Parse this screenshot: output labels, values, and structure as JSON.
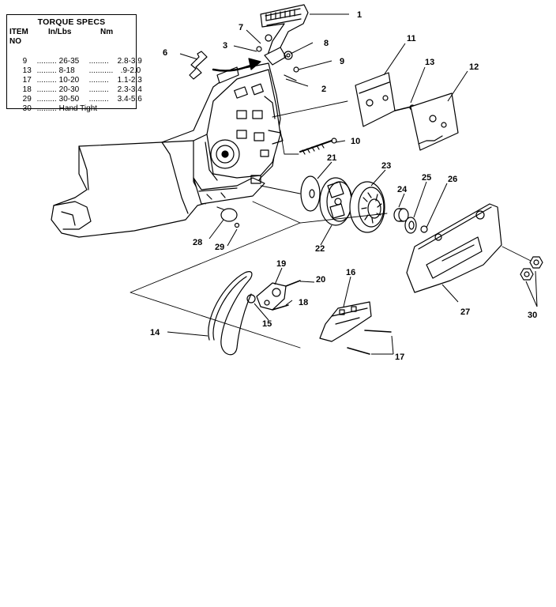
{
  "torque_specs": {
    "title": "TORQUE SPECS",
    "headers": {
      "item": "ITEM",
      "item2": "NO",
      "inlbs": "In/Lbs",
      "nm": "Nm"
    },
    "rows": [
      {
        "item": "9",
        "inlbs": "26-35",
        "nm": "2.8-3.9"
      },
      {
        "item": "13",
        "inlbs": "8-18",
        "nm": ".9-2.0"
      },
      {
        "item": "17",
        "inlbs": "10-20",
        "nm": "1.1-2.3"
      },
      {
        "item": "18",
        "inlbs": "20-30",
        "nm": "2.3-3.4"
      },
      {
        "item": "29",
        "inlbs": "30-50",
        "nm": "3.4-5.6"
      },
      {
        "item": "30",
        "inlbs": "Hand Tight",
        "nm": ""
      }
    ]
  },
  "callouts": {
    "c1": "1",
    "c2": "2",
    "c3": "3",
    "c6": "6",
    "c7": "7",
    "c8": "8",
    "c9": "9",
    "c10": "10",
    "c11": "11",
    "c12": "12",
    "c13": "13",
    "c14": "14",
    "c15": "15",
    "c16": "16",
    "c17": "17",
    "c18": "18",
    "c19": "19",
    "c20": "20",
    "c21": "21",
    "c22": "22",
    "c23": "23",
    "c24": "24",
    "c25": "25",
    "c26": "26",
    "c27": "27",
    "c28": "28",
    "c29": "29",
    "c30": "30"
  }
}
